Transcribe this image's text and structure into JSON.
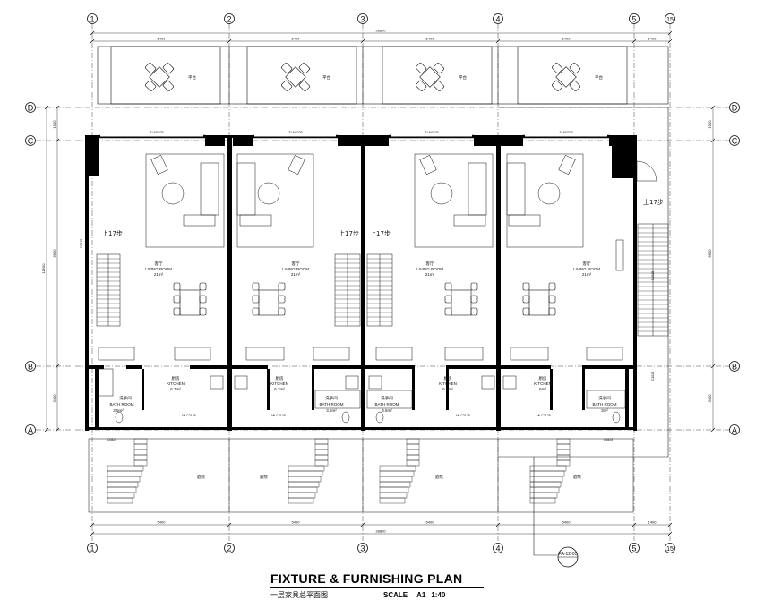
{
  "drawing": {
    "title": "FIXTURE & FURNISHING PLAN",
    "subtitle_cn": "一层家具总平面图",
    "scale_label": "SCALE",
    "sheet_size": "A1",
    "scale_ratio": "1:40"
  },
  "axes": {
    "columns": [
      "1",
      "2",
      "3",
      "4",
      "5",
      "15"
    ],
    "rows": [
      "D",
      "C",
      "B",
      "A"
    ]
  },
  "dimensions": {
    "bay": "5400",
    "end_bay": "1400",
    "overall": "28800",
    "left_side": [
      "1500",
      "6600",
      "3400"
    ],
    "left_total": "11500",
    "right_side": [
      "1500",
      "6600",
      "3400"
    ]
  },
  "units": [
    {
      "living_cn": "客厅",
      "living_en": "LIVING ROOM",
      "living_area": "21m²",
      "kitchen_cn": "厨房",
      "kitchen_en": "KITCHEN",
      "kitchen_area": "6.7m²",
      "bath_cn": "洗手间",
      "bath_en": "BATH ROOM",
      "bath_area": "3.5m²"
    },
    {
      "living_cn": "客厅",
      "living_en": "LIVING ROOM",
      "living_area": "21m²",
      "kitchen_cn": "厨房",
      "kitchen_en": "KITCHEN",
      "kitchen_area": "6.7m²",
      "bath_cn": "洗手间",
      "bath_en": "BATH ROOM",
      "bath_area": "3.5m²"
    },
    {
      "living_cn": "客厅",
      "living_en": "LIVING ROOM",
      "living_area": "21m²",
      "kitchen_cn": "厨房",
      "kitchen_en": "KITCHEN",
      "kitchen_area": "6.7m²",
      "bath_cn": "洗手间",
      "bath_en": "BATH ROOM",
      "bath_area": "3.5m²"
    },
    {
      "living_cn": "客厅",
      "living_en": "LIVING ROOM",
      "living_area": "21m²",
      "kitchen_cn": "厨房",
      "kitchen_en": "KITCHEN",
      "kitchen_area": "6m²",
      "bath_cn": "洗手间",
      "bath_en": "BATH ROOM",
      "bath_area": "3m²"
    }
  ],
  "labels": {
    "terrace": "平台",
    "garden": "庭院",
    "stair_up": "上17步",
    "window_top": "TLM3225",
    "door_kitchen": "MLC2125",
    "door_side": "C1025",
    "door_end": "C0825"
  },
  "callout": {
    "ref": "FA-12-01"
  },
  "colors": {
    "line": "#111111",
    "wall": "#000000",
    "boundary": "#222222"
  }
}
